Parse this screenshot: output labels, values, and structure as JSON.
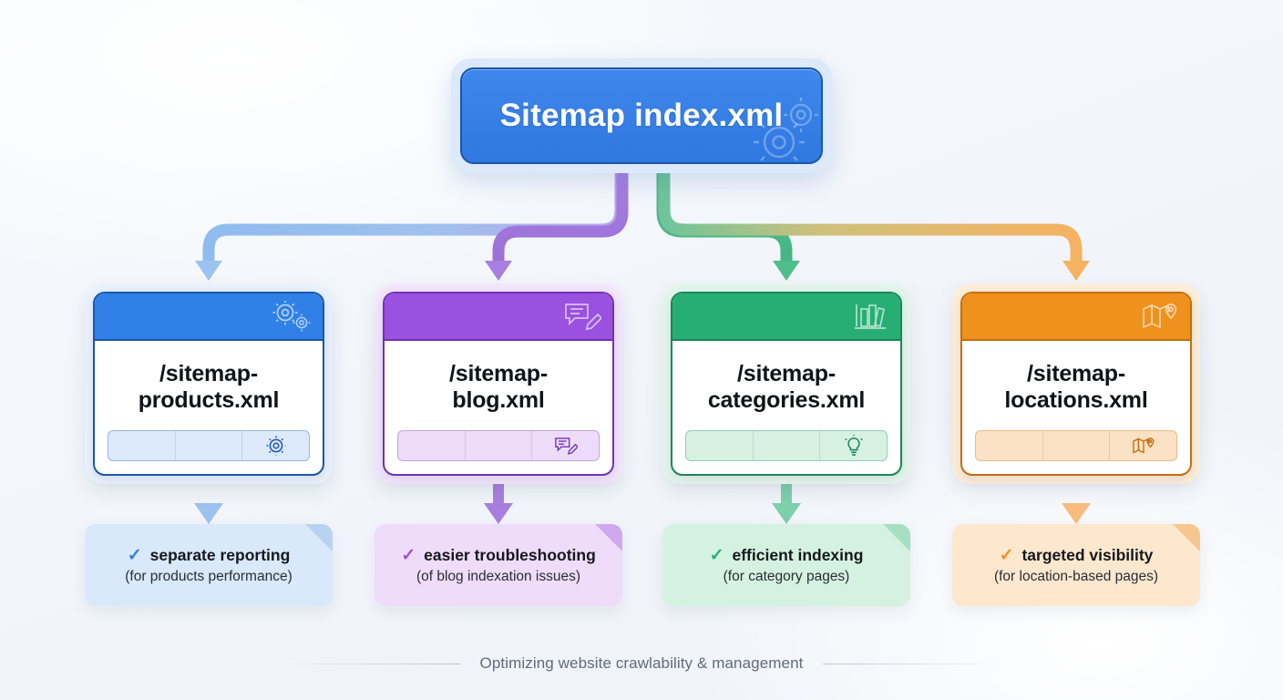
{
  "root": {
    "title": "Sitemap index.xml",
    "color": "#3080e8",
    "icon": "gears-icon"
  },
  "branches": [
    {
      "name": "/sitemap-products.xml",
      "name_line1": "/sitemap-",
      "name_line2": "products.xml",
      "color": "#3080e8",
      "color_dark": "#1c56ad",
      "tint": "#dce9fb",
      "tint_soft": "#eaf2fe",
      "head_icon": "gears-icon",
      "foot_icon": "gear-icon",
      "benefit_title": "separate reporting",
      "benefit_sub": "(for products performance)",
      "benefit_bg": "#d9e8fb",
      "benefit_fold": "#b9d2f2",
      "check": "✓"
    },
    {
      "name": "/sitemap-blog.xml",
      "name_line1": "/sitemap-",
      "name_line2": "blog.xml",
      "color": "#9b51e0",
      "color_dark": "#7331b8",
      "tint": "#ecdcfa",
      "tint_soft": "#f3e6fd",
      "head_icon": "comment-edit-icon",
      "foot_icon": "comment-edit-icon",
      "benefit_title": "easier troubleshooting",
      "benefit_sub": "(of blog indexation issues)",
      "benefit_bg": "#eedcfa",
      "benefit_fold": "#cfa9ee",
      "check": "✓"
    },
    {
      "name": "/sitemap-categories.xml",
      "name_line1": "/sitemap-",
      "name_line2": "categories.xml",
      "color": "#27ae74",
      "color_dark": "#1a8757",
      "tint": "#d6f0e2",
      "tint_soft": "#e4f6ec",
      "head_icon": "books-icon",
      "foot_icon": "lightbulb-icon",
      "benefit_title": "efficient indexing",
      "benefit_sub": "(for category pages)",
      "benefit_bg": "#d5f2e1",
      "benefit_fold": "#a8dfc2",
      "check": "✓"
    },
    {
      "name": "/sitemap-locations.xml",
      "name_line1": "/sitemap-",
      "name_line2": "locations.xml",
      "color": "#f0911e",
      "color_dark": "#c46f0c",
      "tint": "#fbe2c4",
      "tint_soft": "#fdeed9",
      "head_icon": "map-pin-icon",
      "foot_icon": "map-pin-icon",
      "benefit_title": "targeted visibility",
      "benefit_sub": "(for location-based pages)",
      "benefit_bg": "#fde8cd",
      "benefit_fold": "#f6c78c",
      "check": "✓"
    }
  ],
  "footer": {
    "caption": "Optimizing website crawlability & management"
  }
}
